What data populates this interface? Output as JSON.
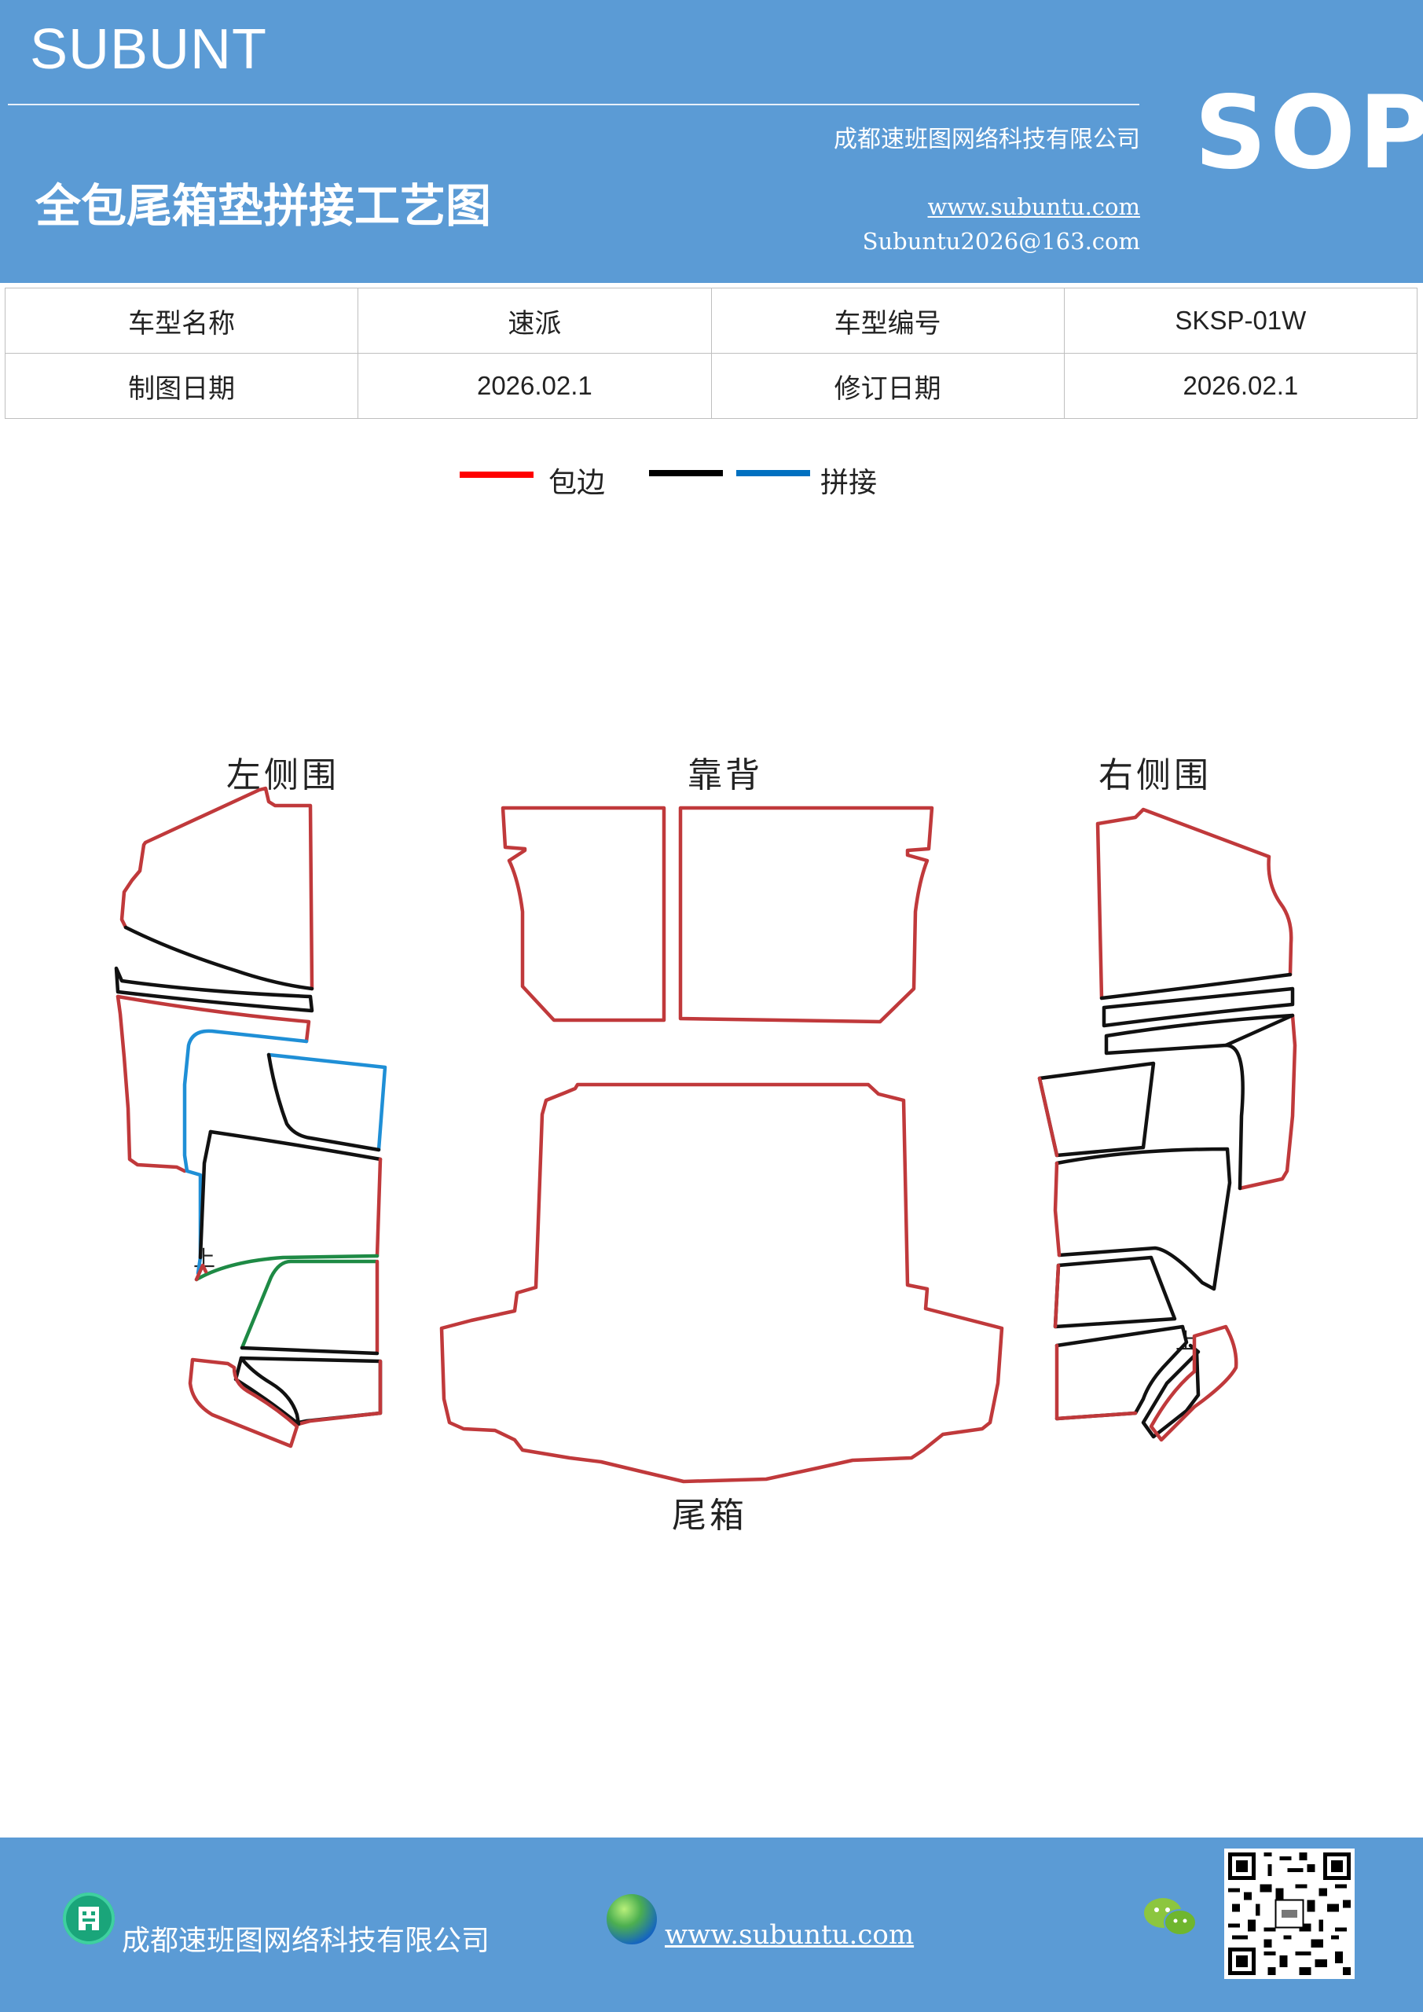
{
  "header": {
    "brand": "SUBUNT",
    "company": "成都速班图网络科技有限公司",
    "title": "全包尾箱垫拼接工艺图",
    "website": "www.subuntu.com",
    "email": "Subuntu2026@163.com",
    "badge": "SOP"
  },
  "info": {
    "model_name_label": "车型名称",
    "model_name": "速派",
    "model_code_label": "车型编号",
    "model_code": "SKSP-01W",
    "draw_date_label": "制图日期",
    "draw_date": "2026.02.1",
    "revise_date_label": "修订日期",
    "revise_date": "2026.02.1"
  },
  "legend": {
    "items": [
      {
        "label": "包边",
        "color": "#ff0000"
      },
      {
        "label": "",
        "color": "#000000"
      },
      {
        "label": "拼接",
        "color": "#0070c0"
      }
    ]
  },
  "diagram": {
    "labels": {
      "left": "左侧围",
      "back": "靠背",
      "right": "右侧围",
      "trunk": "尾箱",
      "up_mark": "上"
    },
    "colors": {
      "edge": "#c0393b",
      "seam": "#111111",
      "splice_blue": "#1f8fd6",
      "splice_green": "#1e8a45"
    }
  },
  "footer": {
    "company": "成都速班图网络科技有限公司",
    "website": "www.subuntu.com "
  }
}
